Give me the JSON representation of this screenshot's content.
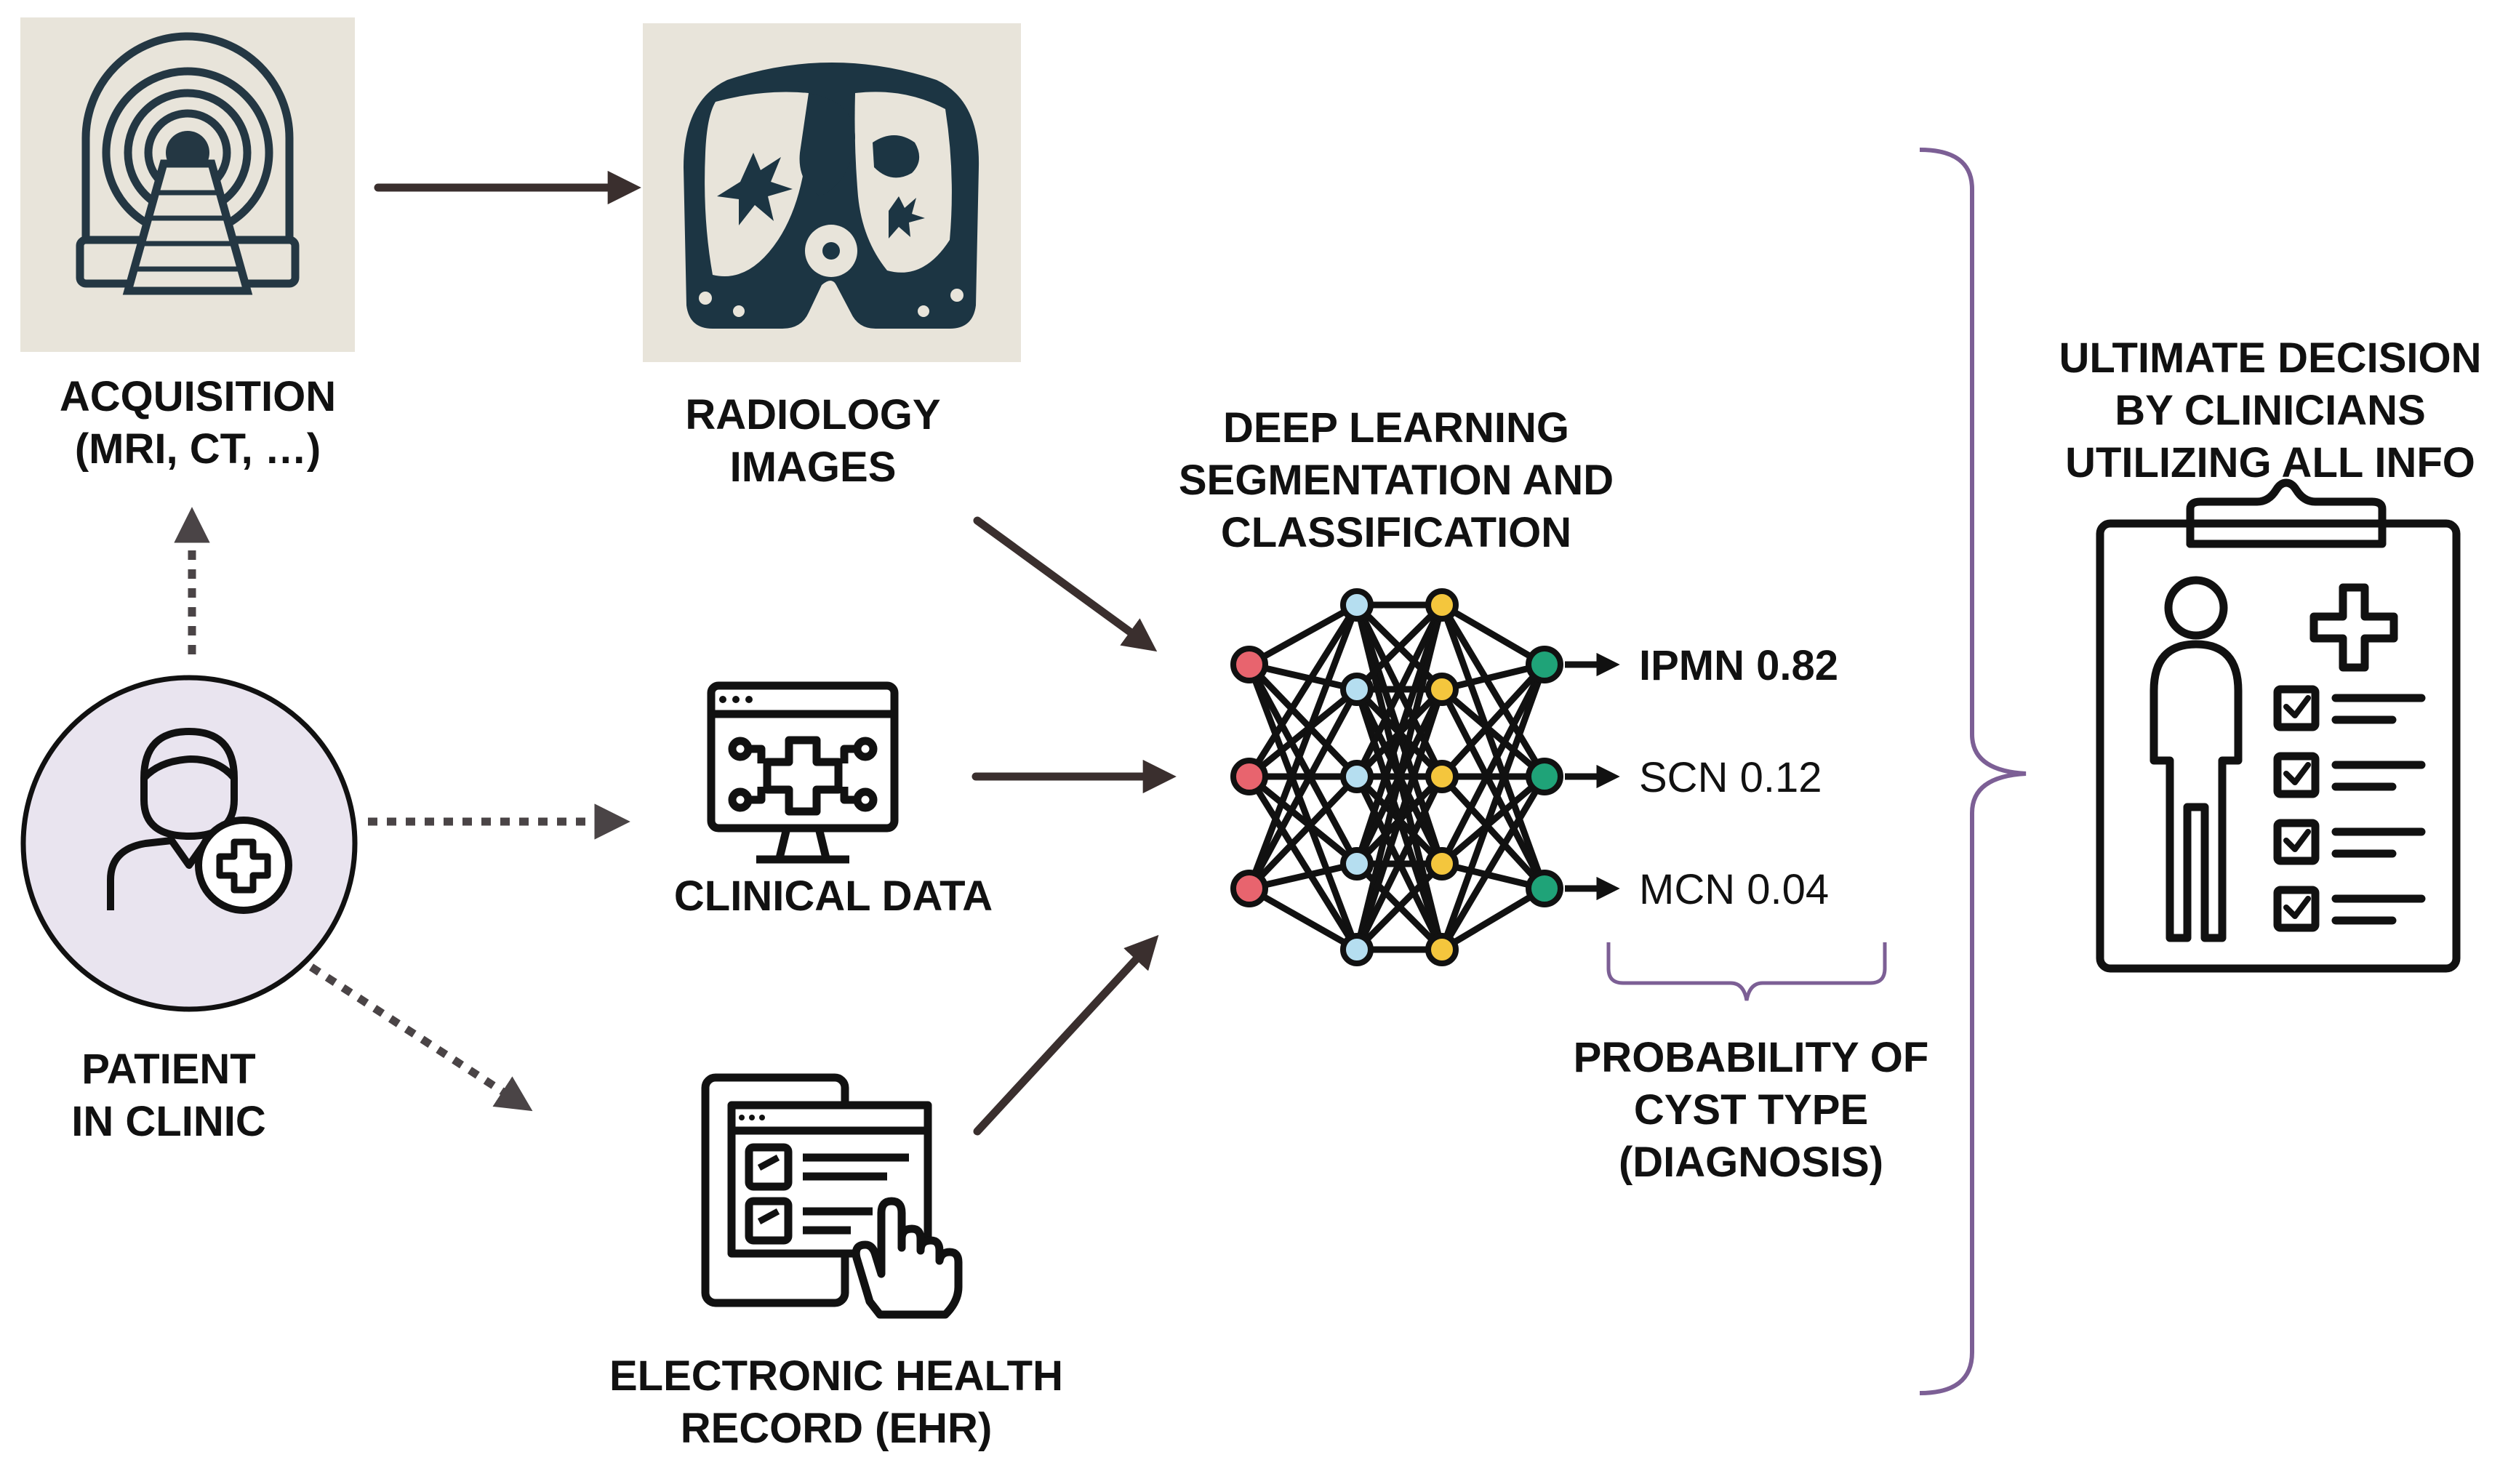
{
  "nodes": {
    "acquisition": {
      "line1": "ACQUISITION",
      "line2": "(MRI, CT, …)",
      "icon": "mri-scanner-icon"
    },
    "radiology": {
      "line1": "RADIOLOGY",
      "line2": "IMAGES",
      "icon": "ct-scan-image-icon"
    },
    "clinical": {
      "line1": "CLINICAL DATA",
      "icon": "medical-monitor-icon"
    },
    "ehr": {
      "line1": "ELECTRONIC HEALTH",
      "line2": "RECORD (EHR)",
      "icon": "tablet-record-icon"
    },
    "patient": {
      "line1": "PATIENT",
      "line2": "IN CLINIC",
      "icon": "patient-icon"
    },
    "deep_learning": {
      "line1": "DEEP LEARNING",
      "line2": "SEGMENTATION AND",
      "line3": "CLASSIFICATION",
      "icon": "neural-network-icon"
    },
    "probability": {
      "line1": "PROBABILITY OF",
      "line2": "CYST TYPE",
      "line3": "(DIAGNOSIS)"
    },
    "decision": {
      "line1": "ULTIMATE DECISION",
      "line2": "BY CLINICIANS",
      "line3": "UTILIZING ALL INFO",
      "icon": "clipboard-checklist-icon"
    }
  },
  "outputs": [
    {
      "label": "IPMN 0.82",
      "emphasis": true
    },
    {
      "label": "SCN 0.12",
      "emphasis": false
    },
    {
      "label": "MCN 0.04",
      "emphasis": false
    }
  ],
  "colors": {
    "input_node": "#e8646e",
    "hidden_node_1": "#b5def0",
    "hidden_node_2": "#f4c63d",
    "output_node": "#1fa378",
    "patient_fill": "#e9e4ef",
    "brace": "#7c5f95",
    "icon_bg": "#e8e4da"
  }
}
